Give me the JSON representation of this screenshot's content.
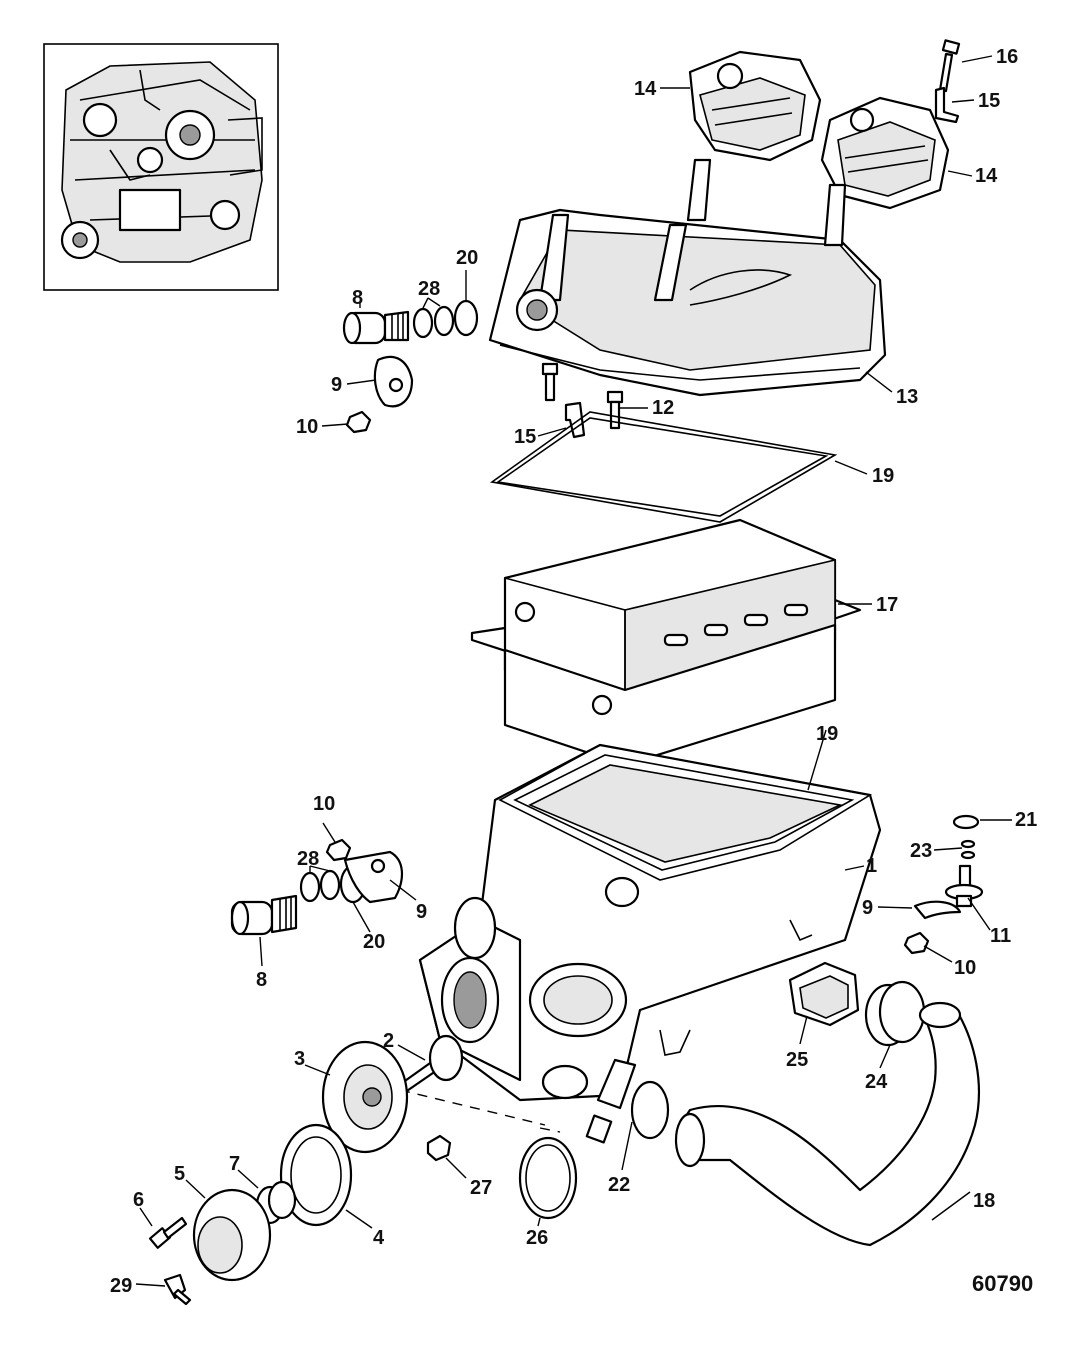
{
  "callouts": [
    {
      "id": "c1",
      "text": "1"
    },
    {
      "id": "c2",
      "text": "2"
    },
    {
      "id": "c3",
      "text": "3"
    },
    {
      "id": "c4",
      "text": "4"
    },
    {
      "id": "c5",
      "text": "5"
    },
    {
      "id": "c6",
      "text": "6"
    },
    {
      "id": "c7",
      "text": "7"
    },
    {
      "id": "c8a",
      "text": "8"
    },
    {
      "id": "c8b",
      "text": "8"
    },
    {
      "id": "c9a",
      "text": "9"
    },
    {
      "id": "c9b",
      "text": "9"
    },
    {
      "id": "c9c",
      "text": "9"
    },
    {
      "id": "c10a",
      "text": "10"
    },
    {
      "id": "c10b",
      "text": "10"
    },
    {
      "id": "c10c",
      "text": "10"
    },
    {
      "id": "c11",
      "text": "11"
    },
    {
      "id": "c12",
      "text": "12"
    },
    {
      "id": "c13",
      "text": "13"
    },
    {
      "id": "c14a",
      "text": "14"
    },
    {
      "id": "c14b",
      "text": "14"
    },
    {
      "id": "c15a",
      "text": "15"
    },
    {
      "id": "c15b",
      "text": "15"
    },
    {
      "id": "c16",
      "text": "16"
    },
    {
      "id": "c17",
      "text": "17"
    },
    {
      "id": "c18",
      "text": "18"
    },
    {
      "id": "c19a",
      "text": "19"
    },
    {
      "id": "c19b",
      "text": "19"
    },
    {
      "id": "c20a",
      "text": "20"
    },
    {
      "id": "c20b",
      "text": "20"
    },
    {
      "id": "c21",
      "text": "21"
    },
    {
      "id": "c22",
      "text": "22"
    },
    {
      "id": "c23",
      "text": "23"
    },
    {
      "id": "c24",
      "text": "24"
    },
    {
      "id": "c25",
      "text": "25"
    },
    {
      "id": "c26",
      "text": "26"
    },
    {
      "id": "c27",
      "text": "27"
    },
    {
      "id": "c28a",
      "text": "28"
    },
    {
      "id": "c28b",
      "text": "28"
    },
    {
      "id": "c29",
      "text": "29"
    }
  ],
  "figure_number": "60790",
  "colors": {
    "line": "#000000",
    "background": "#ffffff",
    "fill_shade": "#e6e6e6"
  }
}
